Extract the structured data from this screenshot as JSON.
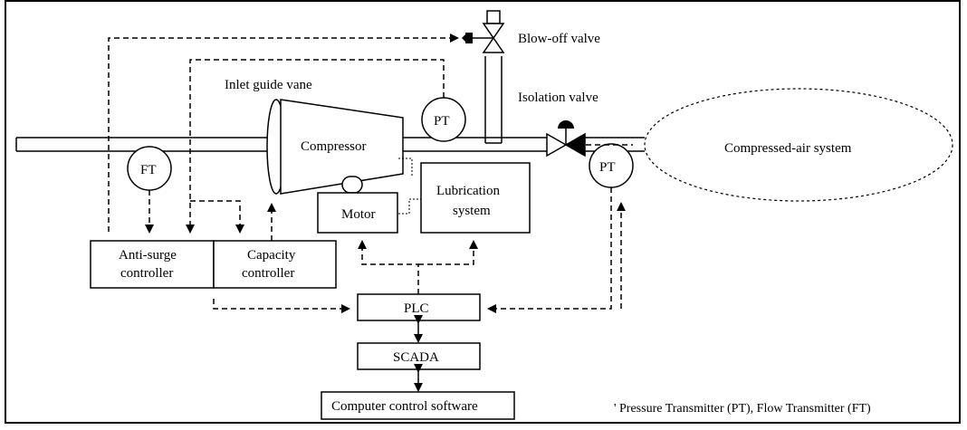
{
  "labels": {
    "blowoff_valve": "Blow-off valve",
    "inlet_guide_vane": "Inlet guide vane",
    "isolation_valve": "Isolation valve",
    "compressor": "Compressor",
    "compressed_air_system": "Compressed-air system",
    "lubrication_line1": "Lubrication",
    "lubrication_line2": "system",
    "motor": "Motor",
    "pt_top": "PT",
    "pt_right": "PT",
    "ft": "FT",
    "antisurge_line1": "Anti-surge",
    "antisurge_line2": "controller",
    "capacity_line1": "Capacity",
    "capacity_line2": "controller",
    "plc": "PLC",
    "scada": "SCADA",
    "software": "Computer control software",
    "footnote": "' Pressure Transmitter (PT), Flow Transmitter (FT)"
  }
}
